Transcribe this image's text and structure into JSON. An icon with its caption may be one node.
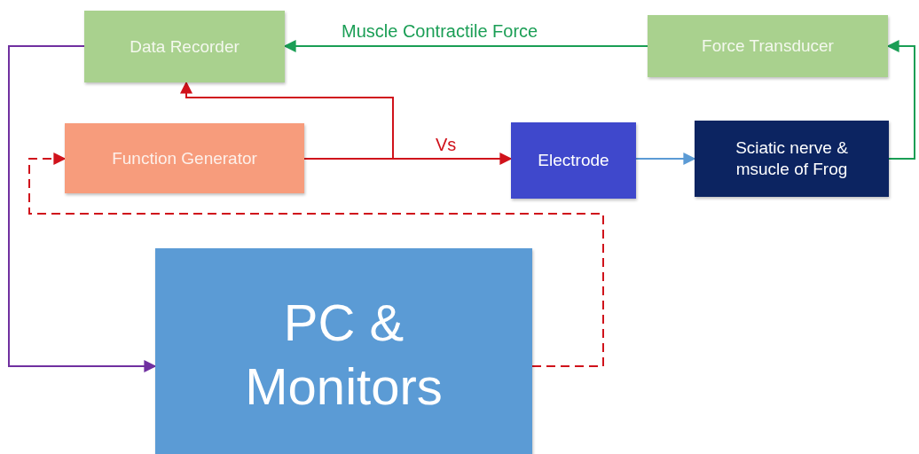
{
  "diagram": {
    "nodes": [
      {
        "text": [
          "Data Recorder"
        ]
      },
      {
        "text": [
          "Force Transducer"
        ]
      },
      {
        "text": [
          "Function Generator"
        ]
      },
      {
        "text": [
          "Electrode"
        ]
      },
      {
        "text": [
          "Sciatic nerve & msucle of Frog"
        ]
      },
      {
        "text": [
          "PC & Monitors"
        ]
      }
    ],
    "edges": [
      {
        "from": 1,
        "to": 0,
        "arrow": "to",
        "label": "Muscle Contractile Force",
        "color": "#1a9e55"
      },
      {
        "from": 2,
        "to": 3,
        "arrow": "to",
        "label": "Vs",
        "color": "#d0121b"
      },
      {
        "from": 2,
        "to": 0,
        "arrow": "to",
        "color": "#d0121b"
      },
      {
        "from": 3,
        "to": 4,
        "arrow": "to",
        "color": "#5b9bd5"
      },
      {
        "from": 4,
        "to": 1,
        "arrow": "to",
        "color": "#1a9e55"
      },
      {
        "from": 0,
        "to": 5,
        "arrow": "to",
        "color": "#7030a0"
      },
      {
        "from": 5,
        "to": 2,
        "arrow": "to",
        "style": "dashed",
        "color": "#d0121b"
      }
    ]
  }
}
